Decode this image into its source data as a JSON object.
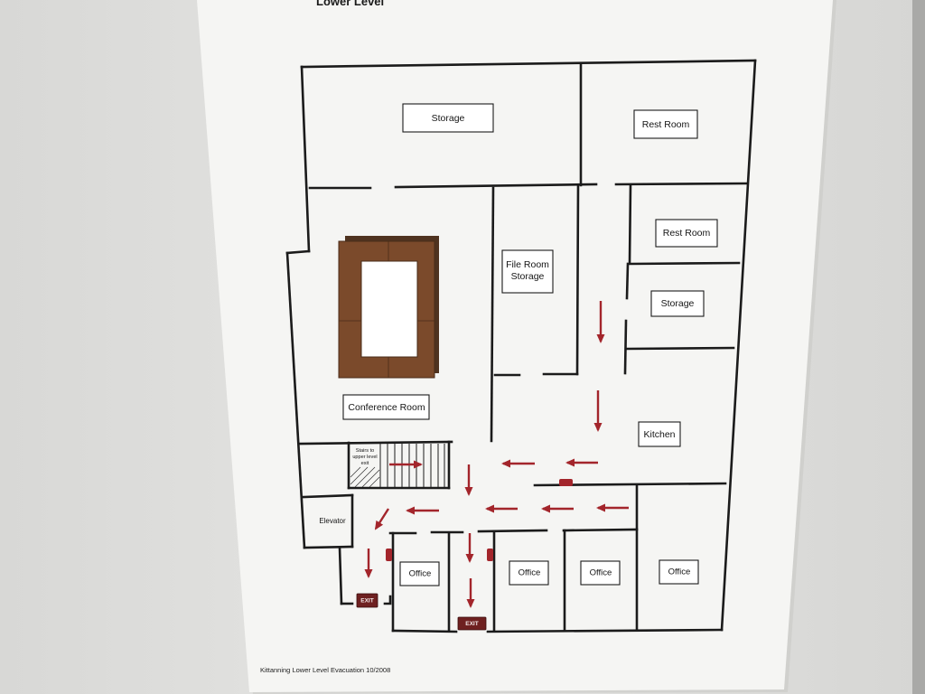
{
  "header": {
    "title": "Lower Level"
  },
  "rooms": {
    "storage_top": "Storage",
    "rest_room_top": "Rest Room",
    "rest_room_middle": "Rest Room",
    "file_room": [
      "File Room",
      "Storage"
    ],
    "storage_right": "Storage",
    "conference_room": "Conference Room",
    "kitchen": "Kitchen",
    "elevator": "Elevator",
    "offices": [
      "Office",
      "Office",
      "Office",
      "Office"
    ]
  },
  "stairs_label": [
    "Stairs to",
    "upper level",
    "exit"
  ],
  "exit_signs": [
    "EXIT",
    "EXIT"
  ],
  "footer": {
    "caption": "Kittanning Lower Level Evacuation 10/2008"
  },
  "colors": {
    "wall": "#1b1b1b",
    "route_arrow": "#a3252b",
    "exit_sign": "#6e2020",
    "conference_table": "#7b4a2b",
    "paper": "#f5f5f3"
  }
}
